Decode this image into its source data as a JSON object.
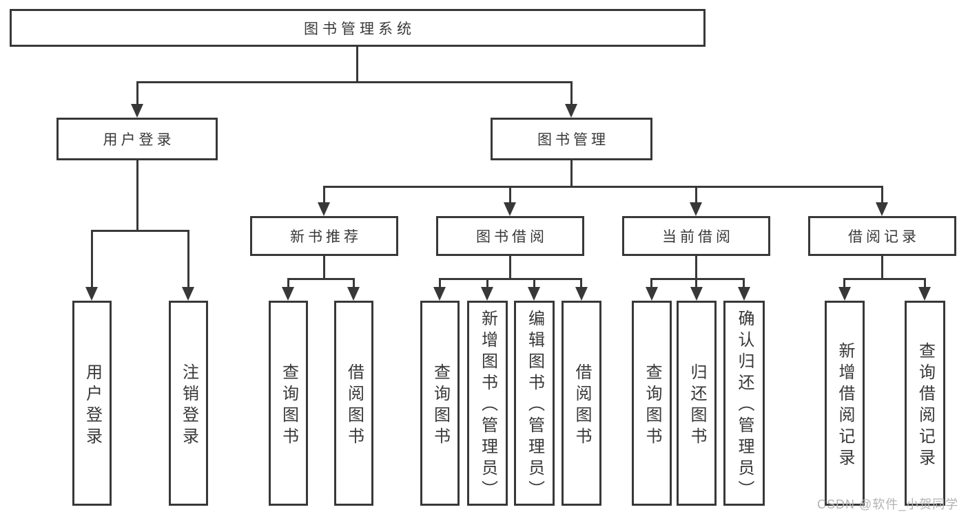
{
  "diagram": {
    "root": {
      "label": "图书管理系统"
    },
    "branches": [
      {
        "label": "用户登录",
        "children": [
          {
            "label": "用户登录"
          },
          {
            "label": "注销登录"
          }
        ]
      },
      {
        "label": "图书管理",
        "children": [
          {
            "label": "新书推荐",
            "children": [
              {
                "label": "查询图书"
              },
              {
                "label": "借阅图书"
              }
            ]
          },
          {
            "label": "图书借阅",
            "children": [
              {
                "label": "查询图书"
              },
              {
                "label": "新增图书（管理员）"
              },
              {
                "label": "编辑图书（管理员）"
              },
              {
                "label": "借阅图书"
              }
            ]
          },
          {
            "label": "当前借阅",
            "children": [
              {
                "label": "查询图书"
              },
              {
                "label": "归还图书"
              },
              {
                "label": "确认归还（管理员）"
              }
            ]
          },
          {
            "label": "借阅记录",
            "children": [
              {
                "label": "新增借阅记录"
              },
              {
                "label": "查询借阅记录"
              }
            ]
          }
        ]
      }
    ]
  },
  "watermark": {
    "text": "CSDN @软件_小贺同学"
  },
  "colors": {
    "line": "#383838",
    "box_fill": "#ffffff",
    "background": "#ffffff",
    "watermark_text": "#b3b3b3"
  }
}
